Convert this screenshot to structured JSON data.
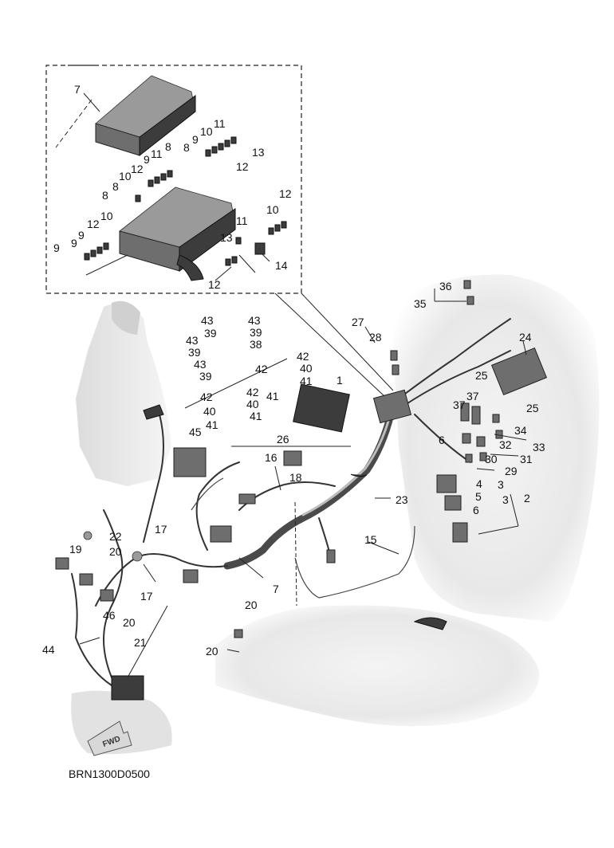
{
  "diagram": {
    "drawing_code": "BRN1300D0500",
    "direction_label": "FWD",
    "callouts": [
      {
        "id": "c-7a",
        "text": "7"
      },
      {
        "id": "c-8a",
        "text": "8"
      },
      {
        "id": "c-9a",
        "text": "9"
      },
      {
        "id": "c-10a",
        "text": "10"
      },
      {
        "id": "c-11a",
        "text": "11"
      },
      {
        "id": "c-13a",
        "text": "13"
      },
      {
        "id": "c-12a",
        "text": "12"
      },
      {
        "id": "c-8b",
        "text": "8"
      },
      {
        "id": "c-9b",
        "text": "9"
      },
      {
        "id": "c-11b",
        "text": "11"
      },
      {
        "id": "c-12b",
        "text": "12"
      },
      {
        "id": "c-10b",
        "text": "10"
      },
      {
        "id": "c-8c",
        "text": "8"
      },
      {
        "id": "c-8d",
        "text": "8"
      },
      {
        "id": "c-9c",
        "text": "9"
      },
      {
        "id": "c-9d",
        "text": "9"
      },
      {
        "id": "c-12c",
        "text": "12"
      },
      {
        "id": "c-10c",
        "text": "10"
      },
      {
        "id": "c-9e",
        "text": "9"
      },
      {
        "id": "c-12d",
        "text": "12"
      },
      {
        "id": "c-10d",
        "text": "10"
      },
      {
        "id": "c-11c",
        "text": "11"
      },
      {
        "id": "c-13b",
        "text": "13"
      },
      {
        "id": "c-14",
        "text": "14"
      },
      {
        "id": "c-12e",
        "text": "12"
      },
      {
        "id": "c-36",
        "text": "36"
      },
      {
        "id": "c-35",
        "text": "35"
      },
      {
        "id": "c-27",
        "text": "27"
      },
      {
        "id": "c-28",
        "text": "28"
      },
      {
        "id": "c-24",
        "text": "24"
      },
      {
        "id": "c-43a",
        "text": "43"
      },
      {
        "id": "c-43b",
        "text": "43"
      },
      {
        "id": "c-39a",
        "text": "39"
      },
      {
        "id": "c-39b",
        "text": "39"
      },
      {
        "id": "c-43c",
        "text": "43"
      },
      {
        "id": "c-38",
        "text": "38"
      },
      {
        "id": "c-39c",
        "text": "39"
      },
      {
        "id": "c-42a",
        "text": "42"
      },
      {
        "id": "c-43d",
        "text": "43"
      },
      {
        "id": "c-42b",
        "text": "42"
      },
      {
        "id": "c-40a",
        "text": "40"
      },
      {
        "id": "c-39d",
        "text": "39"
      },
      {
        "id": "c-41a",
        "text": "41"
      },
      {
        "id": "c-1",
        "text": "1"
      },
      {
        "id": "c-42c",
        "text": "42"
      },
      {
        "id": "c-42d",
        "text": "42"
      },
      {
        "id": "c-41b",
        "text": "41"
      },
      {
        "id": "c-40b",
        "text": "40"
      },
      {
        "id": "c-40c",
        "text": "40"
      },
      {
        "id": "c-41c",
        "text": "41"
      },
      {
        "id": "c-41d",
        "text": "41"
      },
      {
        "id": "c-25a",
        "text": "25"
      },
      {
        "id": "c-25b",
        "text": "25"
      },
      {
        "id": "c-37a",
        "text": "37"
      },
      {
        "id": "c-37b",
        "text": "37"
      },
      {
        "id": "c-34",
        "text": "34"
      },
      {
        "id": "c-33",
        "text": "33"
      },
      {
        "id": "c-32",
        "text": "32"
      },
      {
        "id": "c-31",
        "text": "31"
      },
      {
        "id": "c-30",
        "text": "30"
      },
      {
        "id": "c-29",
        "text": "29"
      },
      {
        "id": "c-6a",
        "text": "6"
      },
      {
        "id": "c-45",
        "text": "45"
      },
      {
        "id": "c-26",
        "text": "26"
      },
      {
        "id": "c-16",
        "text": "16"
      },
      {
        "id": "c-18",
        "text": "18"
      },
      {
        "id": "c-4",
        "text": "4"
      },
      {
        "id": "c-3a",
        "text": "3"
      },
      {
        "id": "c-5",
        "text": "5"
      },
      {
        "id": "c-3b",
        "text": "3"
      },
      {
        "id": "c-2",
        "text": "2"
      },
      {
        "id": "c-6b",
        "text": "6"
      },
      {
        "id": "c-23",
        "text": "23"
      },
      {
        "id": "c-22",
        "text": "22"
      },
      {
        "id": "c-17a",
        "text": "17"
      },
      {
        "id": "c-19",
        "text": "19"
      },
      {
        "id": "c-20a",
        "text": "20"
      },
      {
        "id": "c-15",
        "text": "15"
      },
      {
        "id": "c-7b",
        "text": "7"
      },
      {
        "id": "c-17b",
        "text": "17"
      },
      {
        "id": "c-46",
        "text": "46"
      },
      {
        "id": "c-20b",
        "text": "20"
      },
      {
        "id": "c-21",
        "text": "21"
      },
      {
        "id": "c-20c",
        "text": "20"
      },
      {
        "id": "c-44",
        "text": "44"
      },
      {
        "id": "c-20d",
        "text": "20"
      }
    ]
  }
}
